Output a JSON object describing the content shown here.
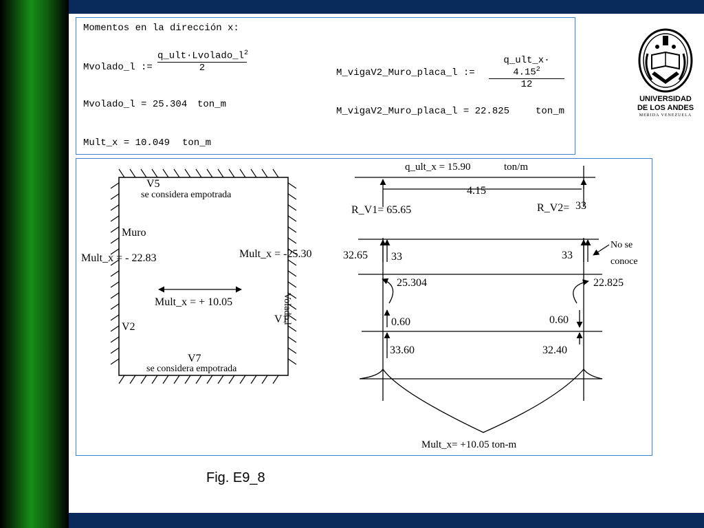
{
  "calc": {
    "heading": "Momentos en la dirección x:",
    "mvolado_lhs": "Mvolado_l :=",
    "mvolado_num": "q_ult·Lvolado_l",
    "mvolado_exp": "2",
    "mvolado_den": "2",
    "mvolado_result": "Mvolado_l = 25.304",
    "mvolado_unit": "ton_m",
    "mult_result": "Mult_x = 10.049",
    "mult_unit": "ton_m",
    "mviga_lhs": "M_vigaV2_Muro_placa_l :=",
    "mviga_num": "q_ult_x· 4.15",
    "mviga_exp": "2",
    "mviga_den": "12",
    "mviga_result": "M_vigaV2_Muro_placa_l = 22.825",
    "mviga_unit": "ton_m"
  },
  "slab": {
    "v5": "V5",
    "top_note": "se considera empotrada",
    "muro": "Muro",
    "mult_left": "Mult_x = - 22.83",
    "mult_right": "Mult_x = -25.30",
    "mult_center": "Mult_x = + 10.05",
    "voladol": "Volado l",
    "v2": "V2",
    "v1": "V1",
    "v7": "V7",
    "bottom_note": "se considera empotrada"
  },
  "beam": {
    "load": "q_ult_x = 15.90",
    "load_unit": "ton/m",
    "span": "4.15",
    "r_v1": "R_V1= 65.65",
    "r_v2": "R_V2=",
    "r_v2_val": "33",
    "l_3265": "32.65",
    "l_33a": "33",
    "r_33b": "33",
    "no_se": "No se",
    "conoce": "conoce",
    "m_left": "25.304",
    "m_right": "22.825",
    "l_060": "0.60",
    "r_060": "0.60",
    "l_3360": "33.60",
    "r_3240": "32.40",
    "mult": "Mult_x= +10.05 ton-m"
  },
  "logo": {
    "line1": "UNIVERSIDAD",
    "line2": "DE LOS ANDES",
    "line3": "MERIDA VENEZUELA"
  },
  "caption": "Fig. E9_8"
}
